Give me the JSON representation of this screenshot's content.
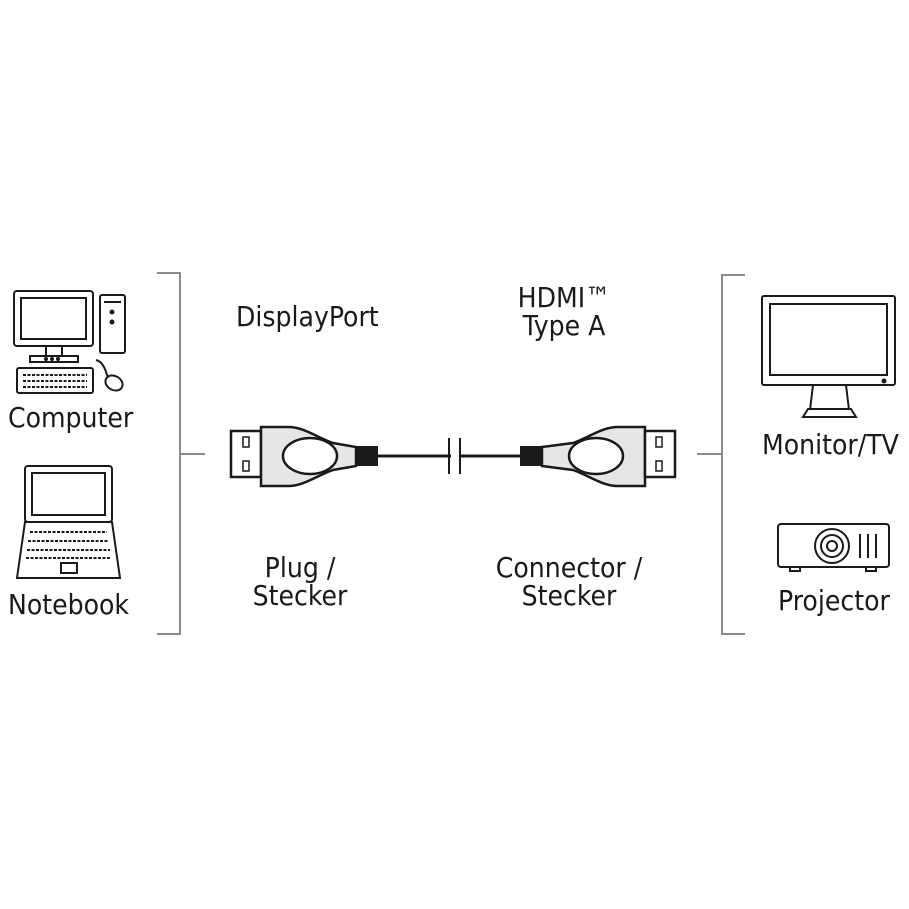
{
  "sources": {
    "computer_label": "Computer",
    "notebook_label": "Notebook"
  },
  "targets": {
    "monitor_label": "Monitor/TV",
    "projector_label": "Projector"
  },
  "cable": {
    "left_connector_type": "DisplayPort",
    "right_connector_type_line1": "HDMI™",
    "right_connector_type_line2": "Type A",
    "left_gender_line1": "Plug /",
    "left_gender_line2": "Stecker",
    "right_gender_line1": "Connector /",
    "right_gender_line2": "Stecker"
  },
  "colors": {
    "line": "#1a1a1a",
    "bracket": "#8a8a8a",
    "connector_fill": "#e6e6e6"
  }
}
